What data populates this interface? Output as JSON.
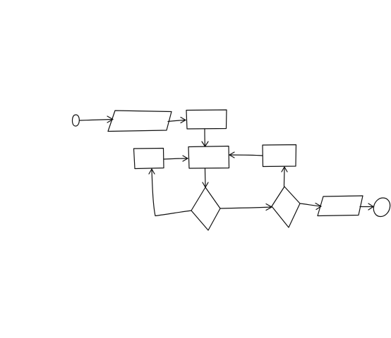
{
  "diagram": {
    "type": "hand-drawn flowchart",
    "style": "sketch",
    "stroke_color": "#111111",
    "background": "#ffffff",
    "labels_present": false,
    "nodes": [
      {
        "id": "start",
        "shape": "ellipse"
      },
      {
        "id": "input",
        "shape": "parallelogram"
      },
      {
        "id": "process-1",
        "shape": "rectangle"
      },
      {
        "id": "process-2",
        "shape": "rectangle"
      },
      {
        "id": "process-left",
        "shape": "rectangle"
      },
      {
        "id": "process-right",
        "shape": "rectangle"
      },
      {
        "id": "decision-1",
        "shape": "diamond"
      },
      {
        "id": "decision-2",
        "shape": "diamond"
      },
      {
        "id": "output",
        "shape": "parallelogram"
      },
      {
        "id": "end",
        "shape": "ellipse"
      }
    ],
    "edges": [
      {
        "from": "start",
        "to": "input"
      },
      {
        "from": "input",
        "to": "process-1"
      },
      {
        "from": "process-1",
        "to": "process-2"
      },
      {
        "from": "process-left",
        "to": "process-2"
      },
      {
        "from": "process-right",
        "to": "process-2"
      },
      {
        "from": "process-2",
        "to": "decision-1"
      },
      {
        "from": "decision-1",
        "to": "process-left"
      },
      {
        "from": "decision-1",
        "to": "decision-2"
      },
      {
        "from": "decision-2",
        "to": "process-right"
      },
      {
        "from": "decision-2",
        "to": "output"
      },
      {
        "from": "output",
        "to": "end"
      }
    ]
  }
}
